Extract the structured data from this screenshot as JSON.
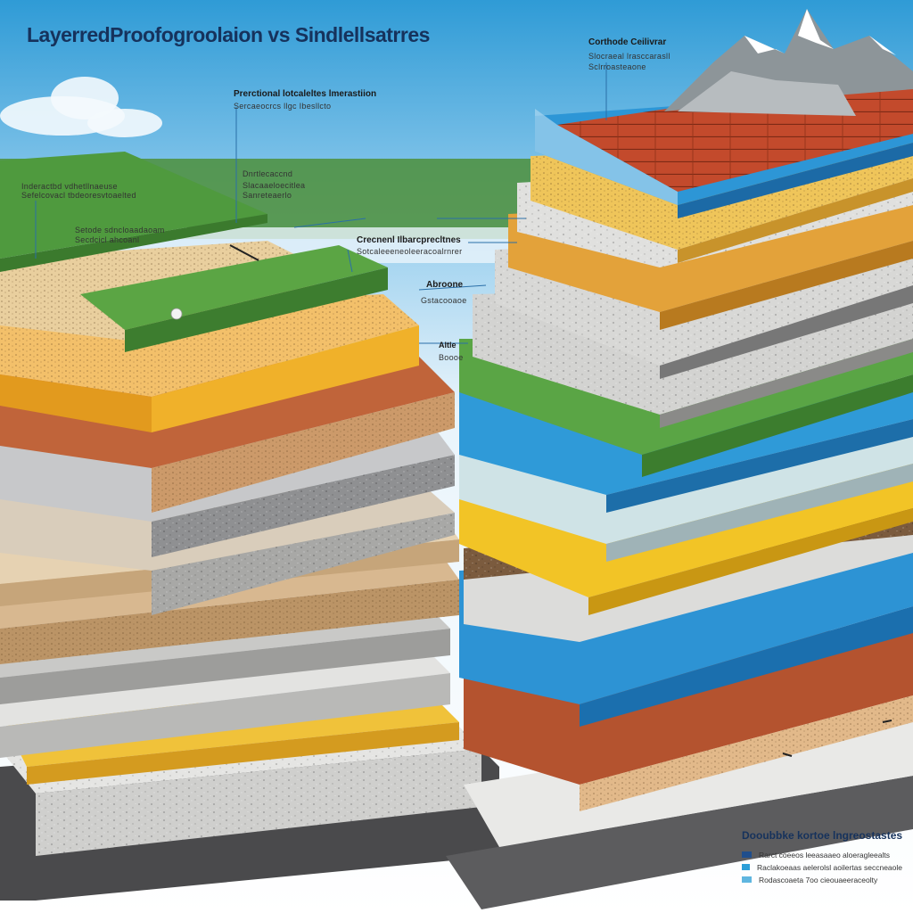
{
  "title": "LayerredProofogroolaion vs Sindlellsatrres",
  "labels": {
    "top_center": {
      "heading": "Prerctional lotcaleltes lmerastiion",
      "sub": "Sercaeocrcs llgc Ibesllcto"
    },
    "top_left": {
      "line1": "Inderactbd vdhetllnaeuse",
      "line2": "Sefelcovacl tbdeoresvtoaelted"
    },
    "left_mid": {
      "line1": "Setode sdncloaadaoam",
      "line2": "Secdcicl ahcoanl"
    },
    "center_a": {
      "line1": "Dnrtlecaccnd",
      "line2": "Slacaaeloecitlea",
      "line3": "Sanreteaerlo"
    },
    "center_b": {
      "heading": "Crecnenl Ilbarcprecltnes",
      "sub": "Sotcaleeeneoleeracoalrnrer"
    },
    "center_c": {
      "heading": "Abroone",
      "sub": "Gstacooaoe"
    },
    "center_d": {
      "heading": "Altle",
      "sub": "Boooe"
    },
    "top_right": {
      "heading": "Corthode Ceilivrar",
      "line1": "Slocraeal lrasccarasll",
      "line2": "Sclrroasteaone"
    }
  },
  "legend": {
    "title": "Dooubbke kortoe lngreostastes",
    "items": [
      {
        "label": "Rarct coeeos leeasaaeo aloeragleealts",
        "color": "#1f4e8c"
      },
      {
        "label": "Raclakoeaas aelerolsl aoilertas seccneaole",
        "color": "#2d9fd8"
      },
      {
        "label": "Rodascoaeta 7oo cieouaeeraceolty",
        "color": "#5fb6e0"
      }
    ]
  }
}
